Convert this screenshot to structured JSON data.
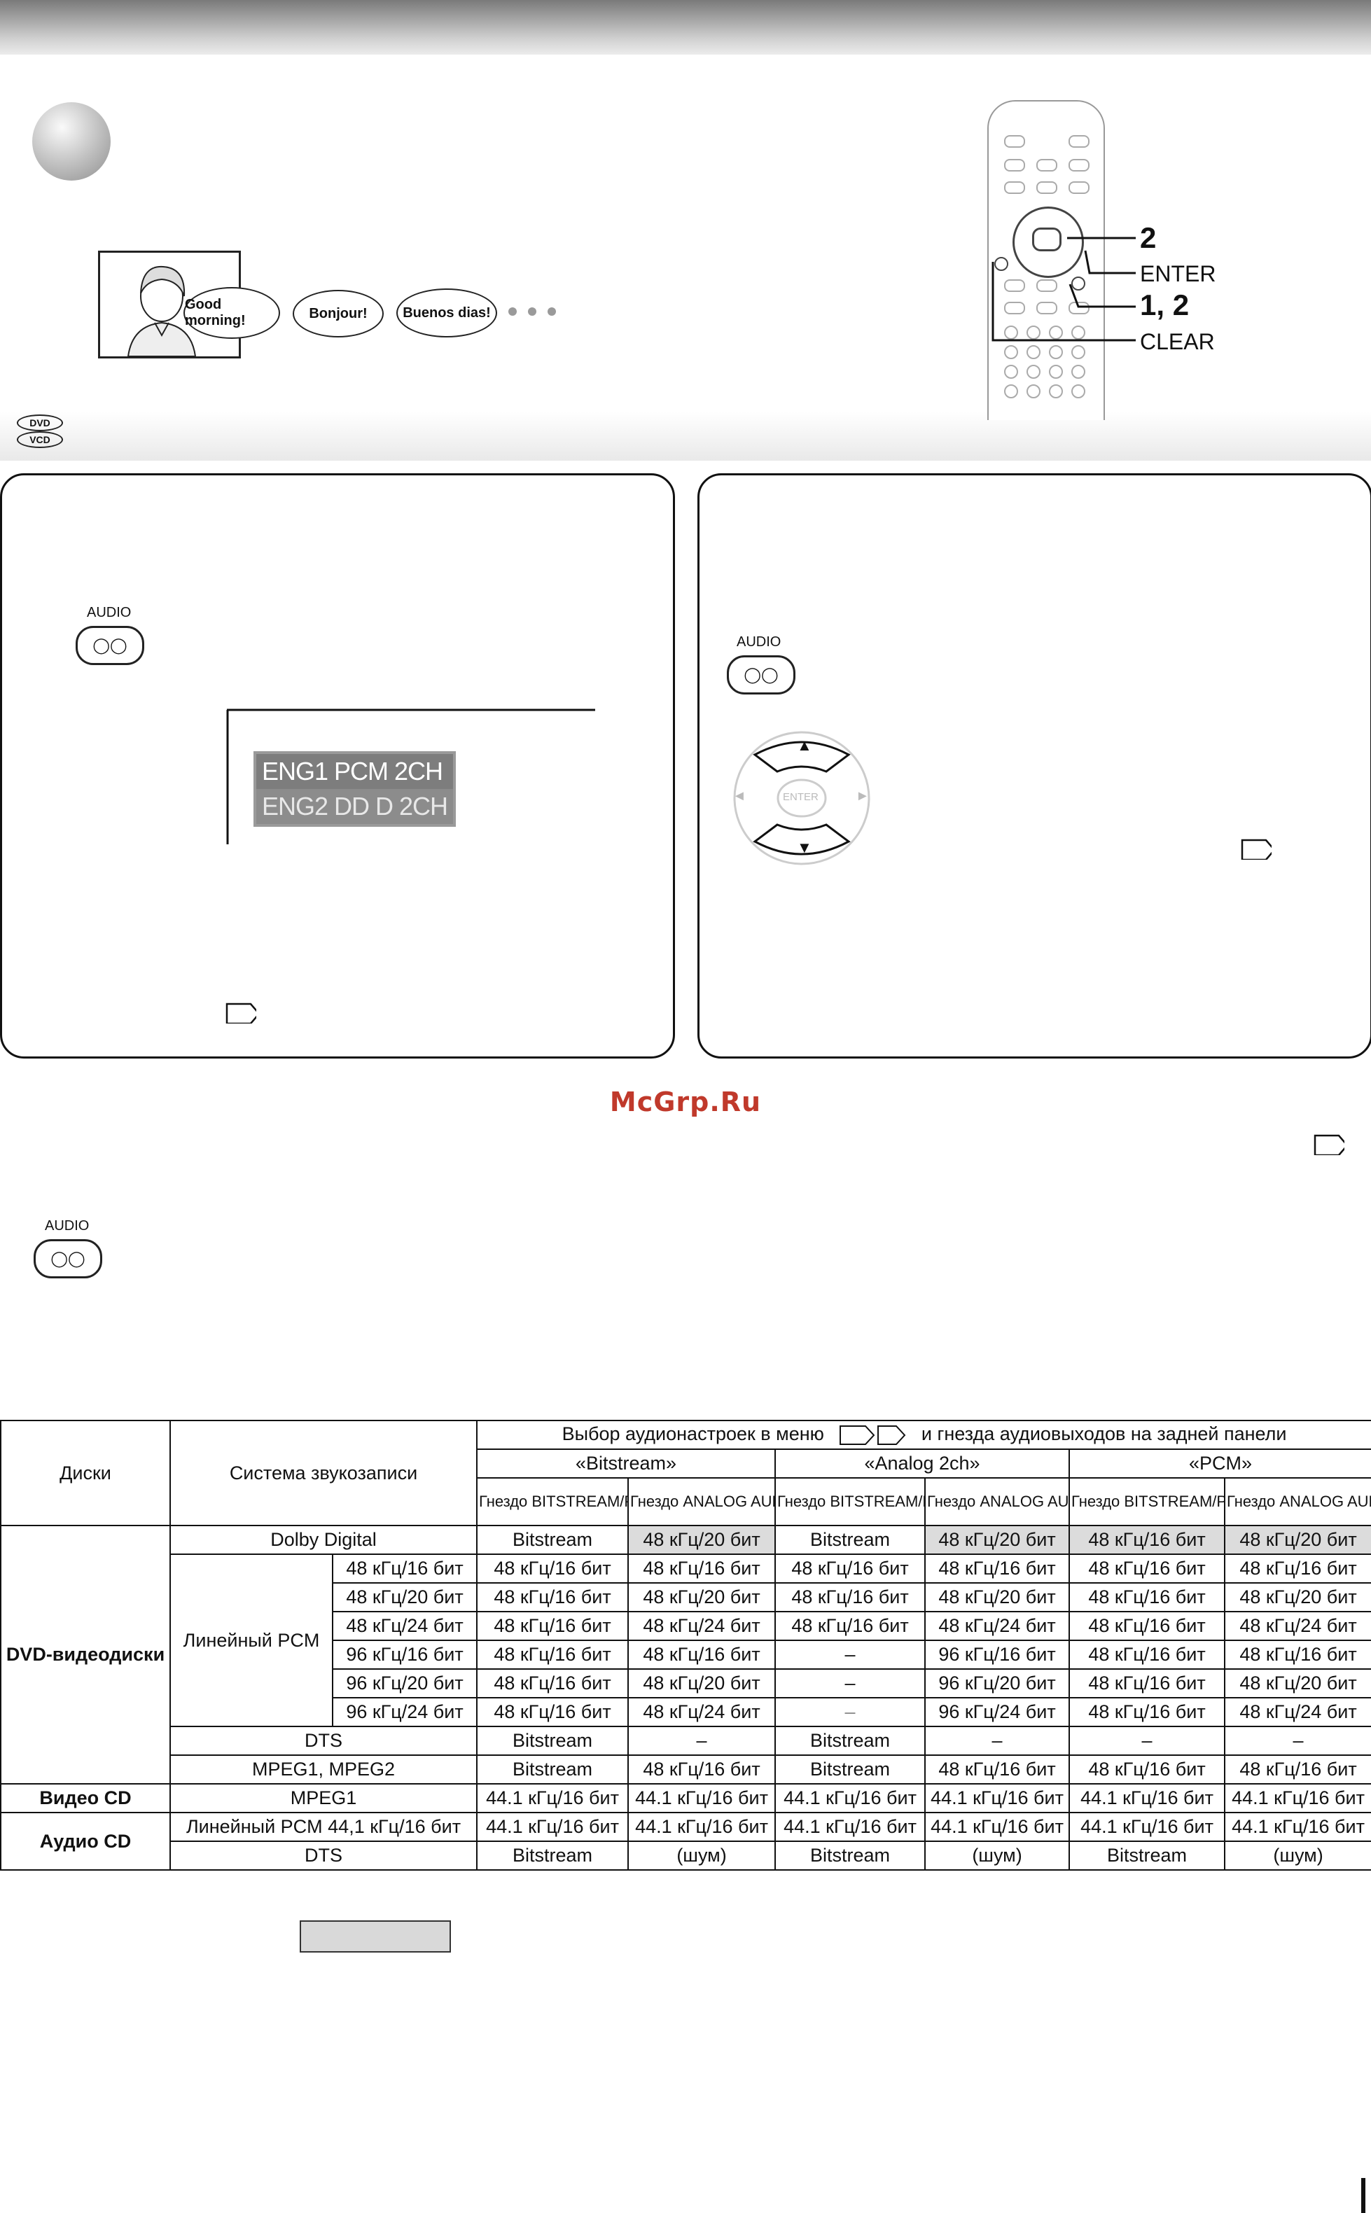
{
  "header_images": {
    "speech_bubbles": [
      "Good morning!",
      "Bonjour!",
      "Buenos dias!"
    ],
    "disc_badges": [
      "DVD",
      "VCD"
    ]
  },
  "remote_callouts": {
    "label_2": "2",
    "label_enter": "ENTER",
    "label_12": "1, 2",
    "label_clear": "CLEAR"
  },
  "panel_left": {
    "audio_label": "AUDIO",
    "osd_line1": "ENG1 PCM 2CH",
    "osd_line2": "ENG2 DD D 2CH"
  },
  "panel_right": {
    "audio_label": "AUDIO",
    "enter_label": "ENTER",
    "up_arrow": "▲",
    "down_arrow": "▼",
    "left_arrow": "◄",
    "right_arrow": "►"
  },
  "watermark": "McGrp.Ru",
  "lower_audio_label": "AUDIO",
  "table": {
    "col_disc": "Диски",
    "col_system": "Система звукозаписи",
    "menu_header_before": "Выбор аудионастроек в меню",
    "menu_header_after": "и гнезда аудиовыходов на задней панели",
    "groups": [
      "«Bitstream»",
      "«Analog 2ch»",
      "«PCM»"
    ],
    "sub_a": "Гнездо BITSTREAM/PCM",
    "sub_b": "Гнездо ANALOG AUDIO OUT",
    "dvd_label": "DVD-видеодиски",
    "lpcm_label": "Линейный PCM",
    "vcd_label": "Видео CD",
    "acd_label": "Аудио CD",
    "rows": [
      {
        "sys": "Dolby Digital",
        "v": [
          "Bitstream",
          "48 кГц/20 бит",
          "Bitstream",
          "48 кГц/20 бит",
          "48 кГц/16 бит",
          "48 кГц/20 бит"
        ]
      },
      {
        "sys": "48 кГц/16 бит",
        "v": [
          "48 кГц/16 бит",
          "48 кГц/16 бит",
          "48 кГц/16 бит",
          "48 кГц/16 бит",
          "48 кГц/16 бит",
          "48 кГц/16 бит"
        ]
      },
      {
        "sys": "48 кГц/20 бит",
        "v": [
          "48 кГц/16 бит",
          "48 кГц/20 бит",
          "48 кГц/16 бит",
          "48 кГц/20 бит",
          "48 кГц/16 бит",
          "48 кГц/20 бит"
        ]
      },
      {
        "sys": "48 кГц/24 бит",
        "v": [
          "48 кГц/16 бит",
          "48 кГц/24 бит",
          "48 кГц/16 бит",
          "48 кГц/24 бит",
          "48 кГц/16 бит",
          "48 кГц/24 бит"
        ]
      },
      {
        "sys": "96 кГц/16 бит",
        "v": [
          "48 кГц/16 бит",
          "48 кГц/16 бит",
          "–",
          "96 кГц/16 бит",
          "48 кГц/16 бит",
          "48 кГц/16 бит"
        ]
      },
      {
        "sys": "96 кГц/20 бит",
        "v": [
          "48 кГц/16 бит",
          "48 кГц/20 бит",
          "–",
          "96 кГц/20 бит",
          "48 кГц/16 бит",
          "48 кГц/20 бит"
        ]
      },
      {
        "sys": "96 кГц/24 бит",
        "v": [
          "48 кГц/16 бит",
          "48 кГц/24 бит",
          "–",
          "96 кГц/24 бит",
          "48 кГц/16 бит",
          "48 кГц/24 бит"
        ]
      },
      {
        "sys": "DTS",
        "v": [
          "Bitstream",
          "–",
          "Bitstream",
          "–",
          "–",
          "–"
        ]
      },
      {
        "sys": "MPEG1, MPEG2",
        "v": [
          "Bitstream",
          "48 кГц/16 бит",
          "Bitstream",
          "48 кГц/16 бит",
          "48 кГц/16 бит",
          "48 кГц/16 бит"
        ]
      },
      {
        "sys": "MPEG1",
        "v": [
          "44.1 кГц/16 бит",
          "44.1 кГц/16 бит",
          "44.1 кГц/16 бит",
          "44.1 кГц/16 бит",
          "44.1 кГц/16 бит",
          "44.1 кГц/16 бит"
        ]
      },
      {
        "sys": "Линейный PCM 44,1 кГц/16 бит",
        "v": [
          "44.1 кГц/16 бит",
          "44.1 кГц/16 бит",
          "44.1 кГц/16 бит",
          "44.1 кГц/16 бит",
          "44.1 кГц/16 бит",
          "44.1 кГц/16 бит"
        ]
      },
      {
        "sys": "DTS",
        "v": [
          "Bitstream",
          "(шум)",
          "Bitstream",
          "(шум)",
          "Bitstream",
          "(шум)"
        ]
      }
    ]
  }
}
